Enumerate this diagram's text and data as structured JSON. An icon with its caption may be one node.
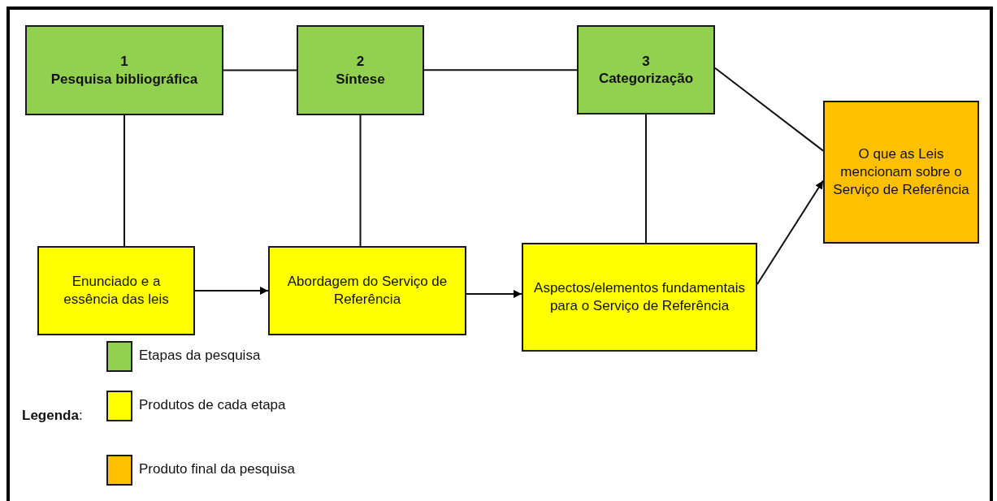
{
  "diagram": {
    "nodes": [
      {
        "text": [
          "1",
          "Pesquisa bibliográfica"
        ]
      },
      {
        "text": [
          "2",
          "Síntese"
        ]
      },
      {
        "text": [
          "3",
          "Categorização"
        ]
      },
      {
        "text": [
          "O que as Leis mencionam sobre o Serviço de Referência"
        ]
      },
      {
        "text": [
          "Enunciado e a essência das leis"
        ]
      },
      {
        "text": [
          "Abordagem do Serviço de Referência"
        ]
      },
      {
        "text": [
          "Aspectos/elementos fundamentais para o Serviço de Referência"
        ]
      }
    ],
    "edges": [
      {
        "from": 0,
        "to": 1,
        "arrow": "none"
      },
      {
        "from": 1,
        "to": 2,
        "arrow": "none"
      },
      {
        "from": 2,
        "to": 3,
        "arrow": "none"
      },
      {
        "from": 0,
        "to": 4,
        "arrow": "none"
      },
      {
        "from": 1,
        "to": 5,
        "arrow": "none"
      },
      {
        "from": 2,
        "to": 6,
        "arrow": "none"
      },
      {
        "from": 4,
        "to": 5,
        "arrow": "to"
      },
      {
        "from": 5,
        "to": 6,
        "arrow": "to"
      },
      {
        "from": 6,
        "to": 3,
        "arrow": "to"
      }
    ],
    "labels": [
      "**Legenda**:"
    ],
    "legend": [
      {
        "text": "Etapas da pesquisa",
        "color": "#92d050"
      },
      {
        "text": "Produtos de cada etapa",
        "color": "#ffff00"
      },
      {
        "text": "Produto final da pesquisa",
        "color": "#ffc000"
      }
    ]
  }
}
